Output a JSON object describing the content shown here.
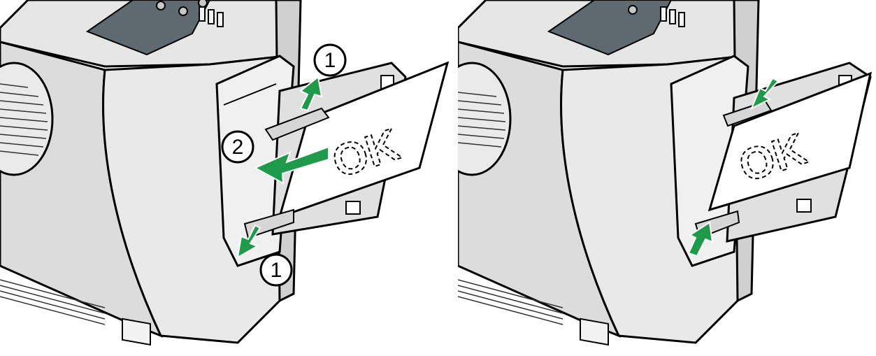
{
  "figure": {
    "panels": [
      {
        "id": "left",
        "callouts": [
          {
            "label": "1"
          },
          {
            "label": "2"
          },
          {
            "label": "1"
          }
        ]
      },
      {
        "id": "right",
        "callouts": []
      }
    ],
    "colors": {
      "arrow": "#1f9a4a",
      "printer_body": "#e6e6e6",
      "printer_shadow": "#cfcfcf",
      "control_panel": "#5f6a70",
      "outline": "#000000",
      "paper": "#ffffff"
    },
    "paper_watermark_text": "OK"
  }
}
